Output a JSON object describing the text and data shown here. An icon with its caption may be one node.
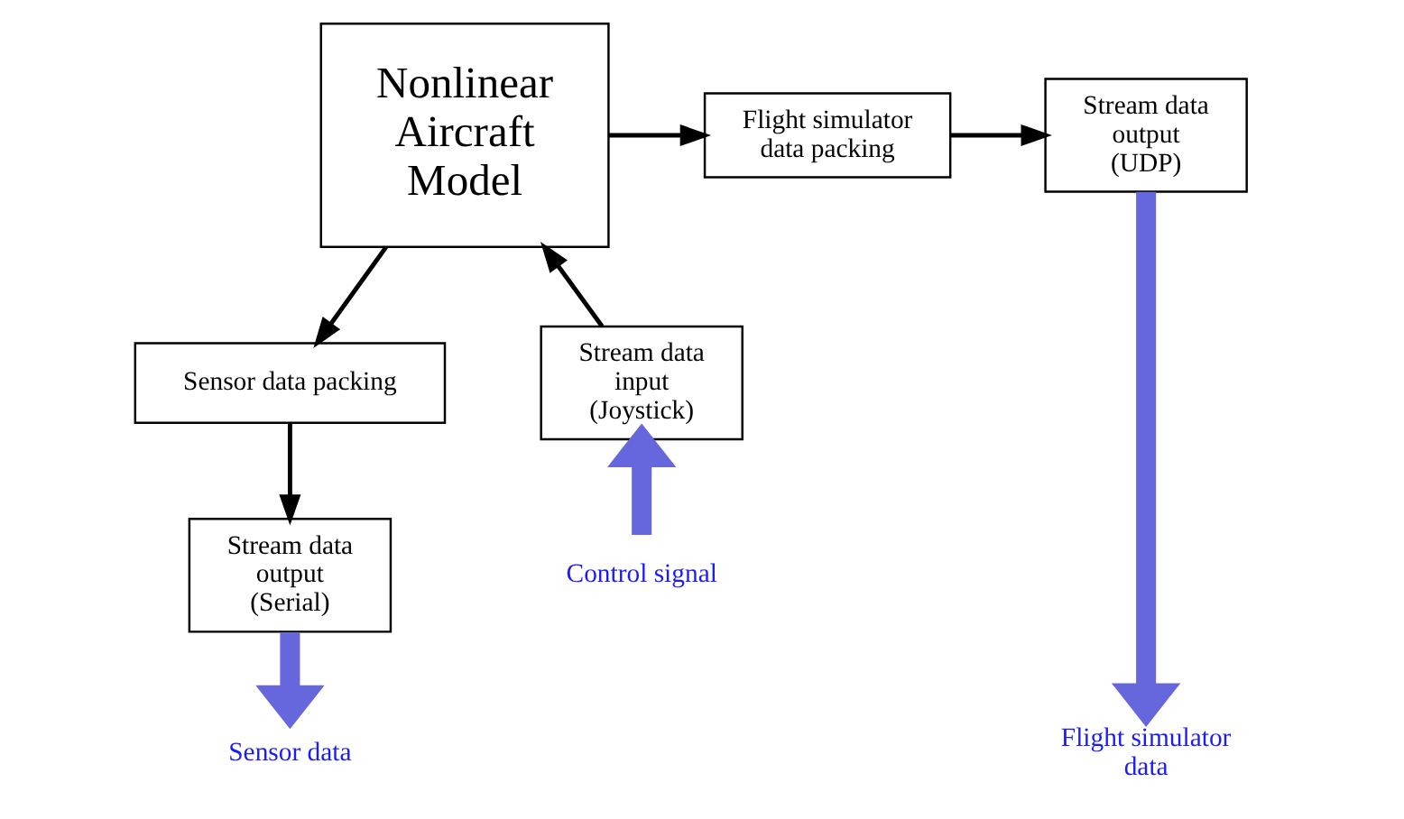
{
  "diagram": {
    "nodes": [
      {
        "text": [
          "Nonlinear Aircraft Model"
        ]
      },
      {
        "text": [
          "Flight simulator data packing"
        ]
      },
      {
        "text": [
          "Stream data output (UDP)"
        ]
      },
      {
        "text": [
          "Sensor data packing"
        ]
      },
      {
        "text": [
          "Stream data input (Joystick)"
        ]
      },
      {
        "text": [
          "Stream data output (Serial)"
        ]
      },
      {
        "text": [
          "Control signal"
        ]
      },
      {
        "text": [
          "Sensor data"
        ]
      },
      {
        "text": [
          "Flight simulator data"
        ]
      }
    ],
    "edges": [
      {
        "from": 0,
        "to": 1,
        "arrow": "to"
      },
      {
        "from": 1,
        "to": 2,
        "arrow": "to"
      },
      {
        "from": 0,
        "to": 3,
        "arrow": "to"
      },
      {
        "from": 3,
        "to": 5,
        "arrow": "to"
      },
      {
        "from": 4,
        "to": 0,
        "arrow": "to"
      },
      {
        "from": 6,
        "to": 4,
        "arrow": "to",
        "style": "thick",
        "color": "#6666dd"
      },
      {
        "from": 5,
        "to": 7,
        "arrow": "to",
        "style": "thick",
        "color": "#6666dd"
      },
      {
        "from": 2,
        "to": 8,
        "arrow": "to",
        "style": "thick",
        "color": "#6666dd"
      }
    ]
  }
}
